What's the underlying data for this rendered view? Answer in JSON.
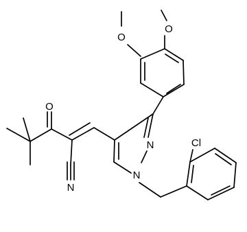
{
  "structure": {
    "atom_labels": {
      "methoxy_o_top": "O",
      "methoxy_o_left": "O",
      "carbonyl_o": "O",
      "pyrazole_n2": "N",
      "pyrazole_n1": "N",
      "chlorine": "Cl",
      "nitrile_n": "N"
    }
  },
  "colors": {
    "bond": "#000000",
    "label": "#000000",
    "background": "#ffffff"
  }
}
